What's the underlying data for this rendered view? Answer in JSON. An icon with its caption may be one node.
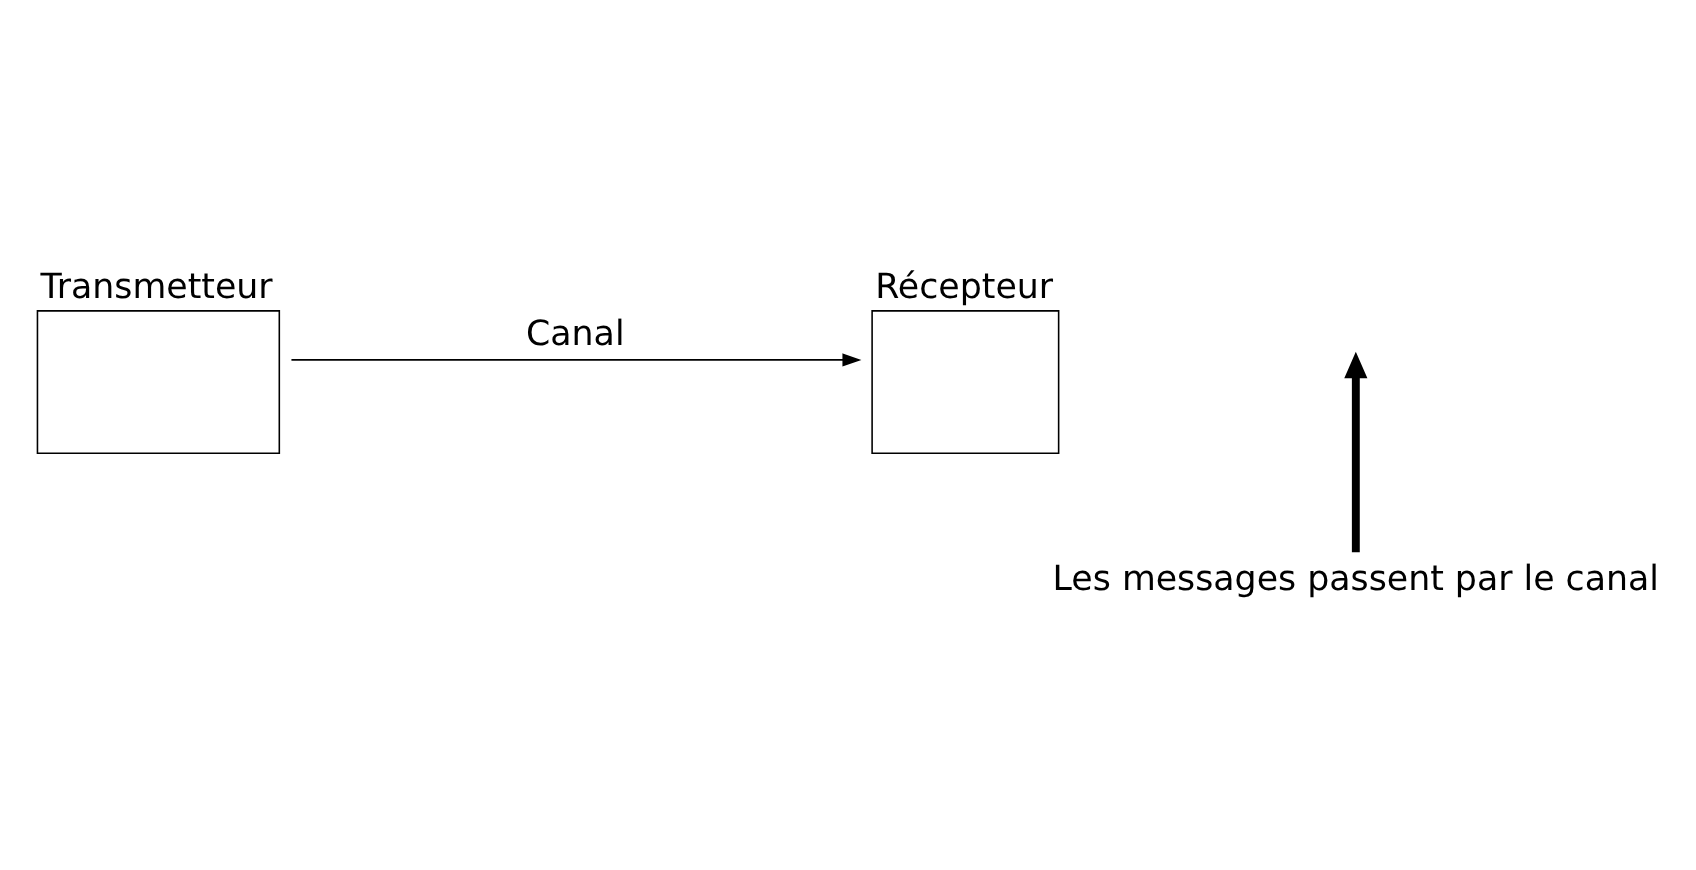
{
  "diagram": {
    "nodes": [
      {
        "text": [
          "Transmetteur"
        ]
      },
      {
        "text": [
          "Récepteur"
        ]
      },
      {
        "text": [
          "Les messages passent par le canal"
        ]
      }
    ],
    "edges": [
      {
        "from": 0,
        "to": 1,
        "arrow": "to",
        "label": "Canal"
      },
      {
        "from": 2,
        "to": null,
        "arrow": "to",
        "style": "thick"
      }
    ]
  }
}
